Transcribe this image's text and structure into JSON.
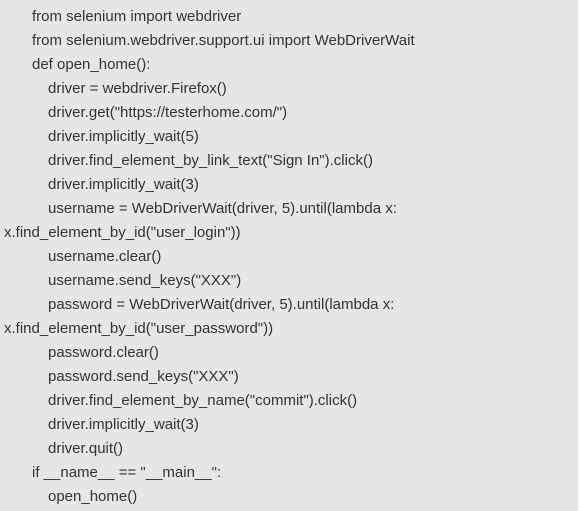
{
  "code": {
    "lines": [
      "from selenium import webdriver",
      "from selenium.webdriver.support.ui import WebDriverWait",
      "def open_home():",
      "driver = webdriver.Firefox()",
      "driver.get(\"https://testerhome.com/\")",
      "driver.implicitly_wait(5)",
      "driver.find_element_by_link_text(\"Sign In\").click()",
      "driver.implicitly_wait(3)",
      "username = WebDriverWait(driver, 5).until(lambda x:",
      "x.find_element_by_id(\"user_login\"))",
      "username.clear()",
      "username.send_keys(\"XXX\")",
      "password = WebDriverWait(driver, 5).until(lambda x:",
      "x.find_element_by_id(\"user_password\"))",
      "password.clear()",
      "password.send_keys(\"XXX\")",
      "driver.find_element_by_name(\"commit\").click()",
      "driver.implicitly_wait(3)",
      "driver.quit()",
      "if __name__ == \"__main__\":",
      "open_home()"
    ]
  }
}
